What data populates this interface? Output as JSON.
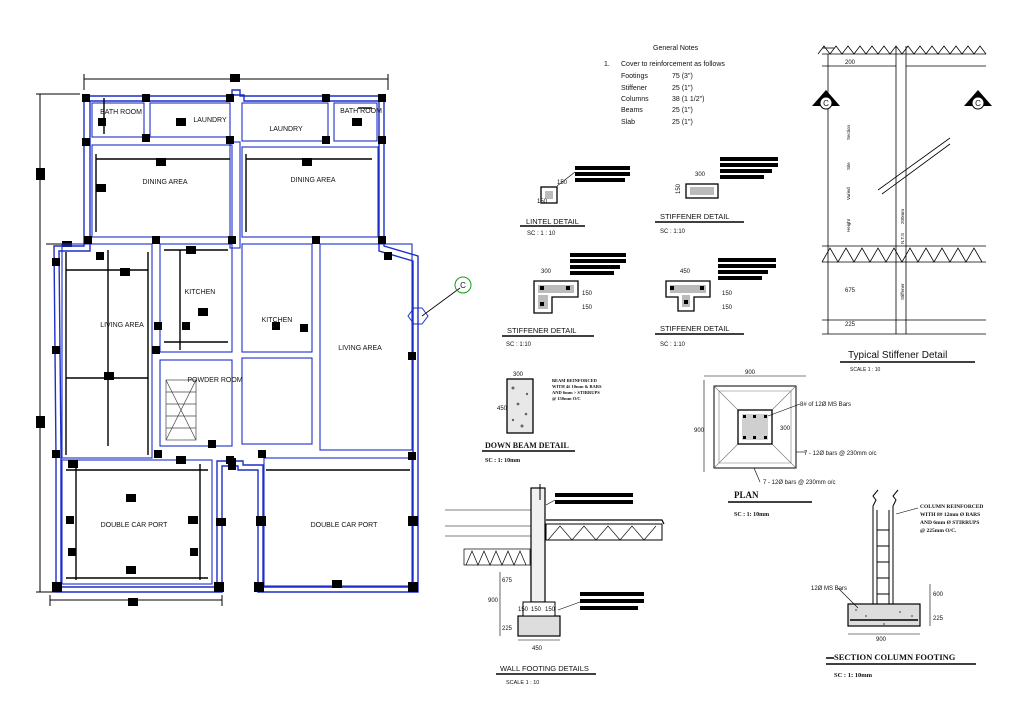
{
  "plan": {
    "rooms": {
      "bath_left": "BATH ROOM",
      "laundry_left": "LAUNDRY",
      "laundry_right": "LAUNDRY",
      "bath_right": "BATH ROOM",
      "dining_left": "DINING AREA",
      "dining_right": "DINING AREA",
      "living_left": "LIVING AREA",
      "kitchen_left": "KITCHEN",
      "kitchen_right": "KITCHEN",
      "living_right": "LIVING AREA",
      "powder": "POWDER ROOM",
      "carport_left": "DOUBLE CAR PORT",
      "carport_right": "DOUBLE CAR PORT"
    },
    "section_marker": "C"
  },
  "general_notes": {
    "title": "General Notes",
    "intro_num": "1.",
    "intro": "Cover to reinforcement as follows",
    "rows": [
      {
        "item": "Footings",
        "value": "75 (3\")"
      },
      {
        "item": "Stiffener",
        "value": "25 (1\")"
      },
      {
        "item": "Columns",
        "value": "38 (1 1/2\")"
      },
      {
        "item": "Beams",
        "value": "25 (1\")"
      },
      {
        "item": "Slab",
        "value": "25 (1\")"
      }
    ]
  },
  "details": {
    "lintel": {
      "title": "LINTEL DETAIL",
      "scale": "SC : 1 : 10",
      "dim_w": "150",
      "dim_h": "150"
    },
    "stiffener1": {
      "title": "STIFFENER DETAIL",
      "scale": "SC : 1:10",
      "dim_w": "300",
      "dim_h": "150"
    },
    "stiffener2": {
      "title": "STIFFENER DETAIL",
      "scale": "SC : 1:10",
      "dim_w": "300",
      "dim_a": "150",
      "dim_b": "150"
    },
    "stiffener3": {
      "title": "STIFFENER DETAIL",
      "scale": "SC : 1:10",
      "dim_w": "450",
      "dim_a": "150",
      "dim_b": "150"
    },
    "down_beam": {
      "title": "DOWN BEAM DETAIL",
      "scale": "SC : 1: 10mm",
      "dim_w": "300",
      "dim_h": "450",
      "note": [
        "BEAM REINFORCED",
        "WITH 4# 10mm & BARS",
        "AND 6mm > STIRRUPS",
        "@ 150mm O/C"
      ]
    },
    "plan": {
      "title": "PLAN",
      "scale": "SC : 1: 10mm",
      "dim_top": "900",
      "dim_left": "900",
      "dim_inner": "300",
      "bars_note": "8# of 12Ø MS Bars",
      "bars_right": "7 - 12Ø bars @ 230mm o/c",
      "bars_bottom": "7 - 12Ø bars @ 230mm o/c"
    },
    "wall_footing": {
      "title": "WALL FOOTING DETAILS",
      "scale": "SCALE 1 : 10",
      "dims": [
        "675",
        "900",
        "225",
        "150",
        "150",
        "150",
        "450"
      ]
    },
    "typical_stiffener": {
      "title": "Typical Stiffener Detail",
      "scale": "SCALE 1 : 10",
      "marker": "C",
      "dims": [
        "200",
        "675",
        "225"
      ],
      "vertical_labels": [
        "Section",
        "Site",
        "Varied",
        "Height",
        "Stiffener",
        "N.T.S",
        "200mm"
      ]
    },
    "column_footing": {
      "title": "SECTION COLUMN FOOTING",
      "scale": "SC : 1: 10mm",
      "bars_label": "12Ø MS Bars",
      "note": [
        "COLUMN REINFORCED",
        "WITH 8# 12mm Ø BARS",
        "AND 6mm Ø STIRRUPS",
        "@ 225mm O/C."
      ],
      "dims": [
        "600",
        "225",
        "900"
      ]
    }
  }
}
